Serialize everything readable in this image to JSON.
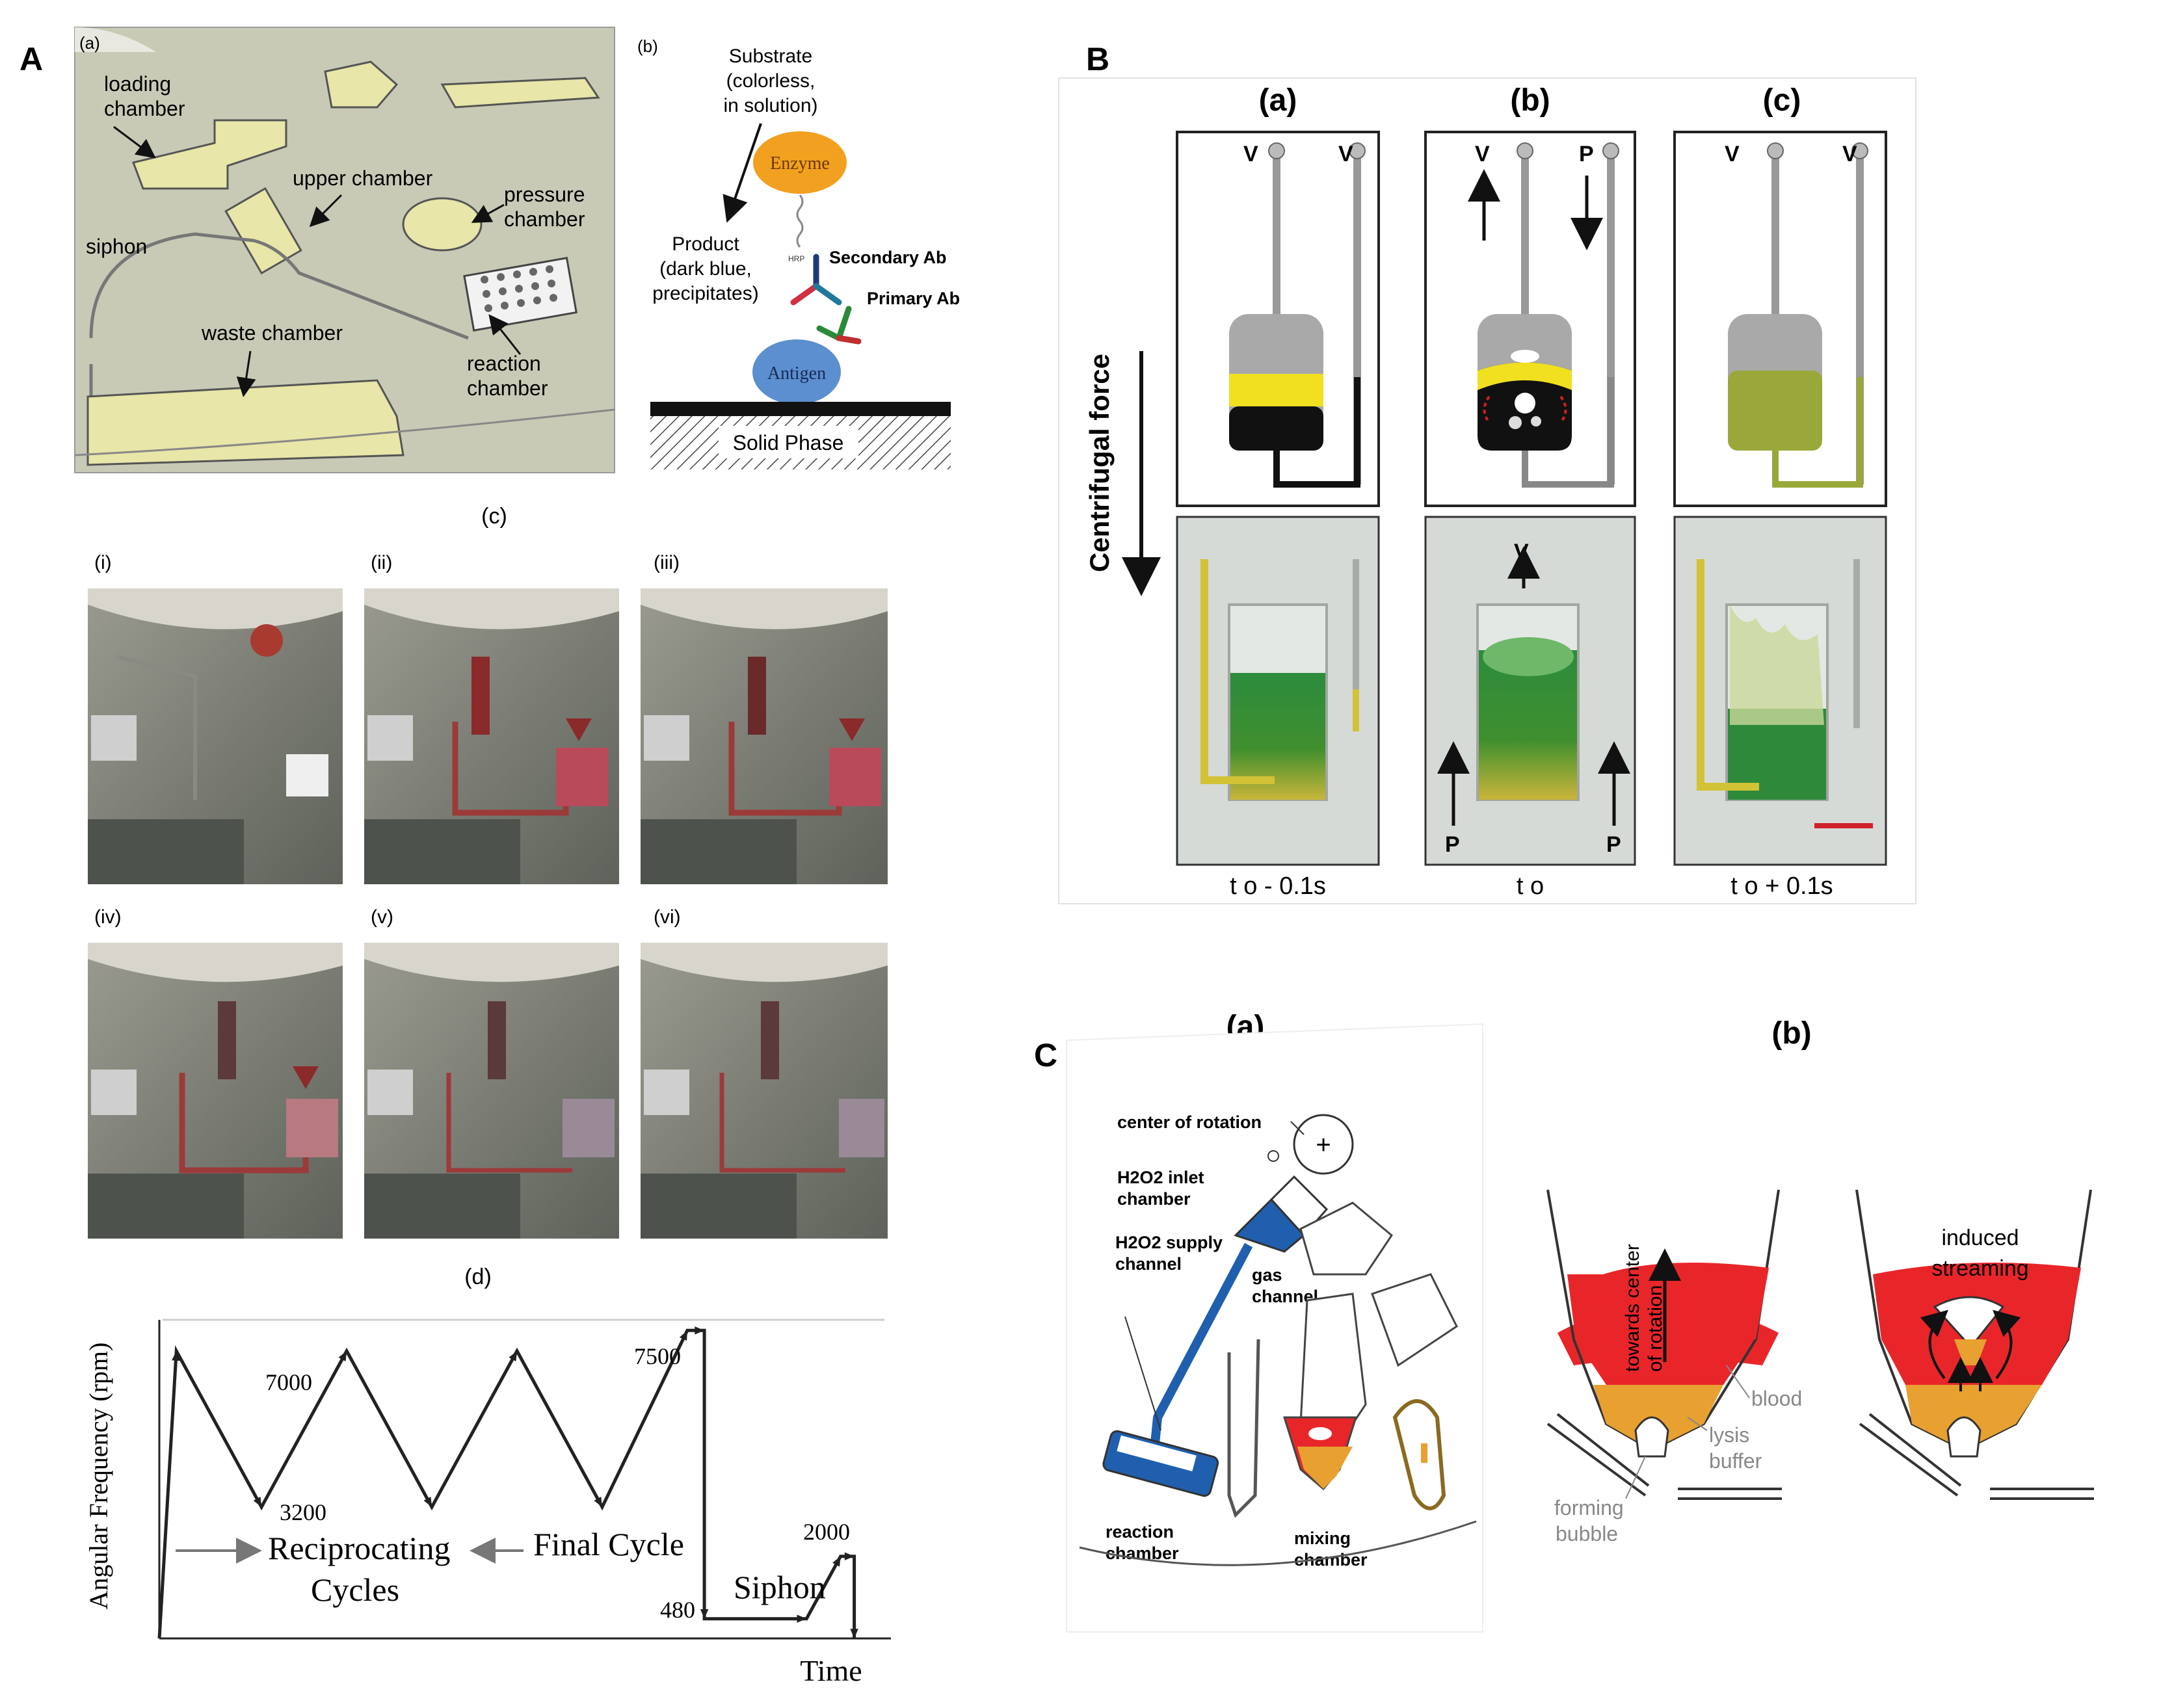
{
  "panelA": {
    "letter": "A",
    "sub_a": "(a)",
    "sub_b": "(b)",
    "sub_c": "(c)",
    "sub_d": "(d)",
    "chip_labels": {
      "loading1": "loading",
      "loading2": "chamber",
      "upper": "upper chamber",
      "pressure1": "pressure",
      "pressure2": "chamber",
      "siphon": "siphon",
      "waste": "waste chamber",
      "reaction1": "reaction",
      "reaction2": "chamber"
    },
    "assay": {
      "substrate1": "Substrate",
      "substrate2": "(colorless,",
      "substrate3": "in solution)",
      "enzyme": "Enzyme",
      "product1": "Product",
      "product2": "(dark blue,",
      "product3": "precipitates)",
      "hrp": "HRP",
      "secondary": "Secondary Ab",
      "primary": "Primary Ab",
      "antigen": "Antigen",
      "solid": "Solid Phase"
    },
    "photo_labels": [
      "(i)",
      "(ii)",
      "(iii)",
      "(iv)",
      "(v)",
      "(vi)"
    ],
    "colors": {
      "chamber_fill": "#e8e6a8",
      "disk_bg": "#c8c9b4",
      "enzyme": "#f2a020",
      "antigen": "#5b8fd0",
      "dye": "#9c3a3a"
    }
  },
  "chart_data": {
    "type": "line",
    "title": "",
    "xlabel": "Time",
    "ylabel": "Angular Frequency (rpm)",
    "series": [
      {
        "name": "",
        "x": [
          0,
          0.05,
          0.3,
          0.55,
          0.8,
          1.05,
          1.3,
          1.55,
          1.6,
          1.6,
          1.9,
          2.0,
          2.04,
          2.04
        ],
        "y": [
          0,
          7000,
          3200,
          7000,
          3200,
          7000,
          3200,
          7500,
          7500,
          480,
          480,
          2000,
          2000,
          0
        ]
      }
    ],
    "annotations": {
      "v7000": "7000",
      "v3200": "3200",
      "v7500": "7500",
      "v480": "480",
      "v2000": "2000",
      "reciprocating1": "Reciprocating",
      "reciprocating2": "Cycles",
      "final": "Final  Cycle",
      "siphon": "Siphon"
    }
  },
  "panelB": {
    "letter": "B",
    "cols": [
      "(a)",
      "(b)",
      "(c)"
    ],
    "force": "Centrifugal force",
    "v": "V",
    "p": "P",
    "times": [
      "t o - 0.1s",
      "t o",
      "t o + 0.1s"
    ],
    "colors": {
      "yellow": "#f0e020",
      "green_liquid": "#9aa83a",
      "photo_green": "#2e8a3a",
      "scalebar": "#d0202a"
    }
  },
  "panelC": {
    "letter": "C",
    "sub_a": "(a)",
    "sub_b": "(b)",
    "labels": {
      "center": "center of rotation",
      "inlet1": "H2O2 inlet",
      "inlet2": "chamber",
      "supply1": "H2O2 supply",
      "supply2": "channel",
      "gas1": "gas",
      "gas2": "channel",
      "reaction1": "reaction",
      "reaction2": "chamber",
      "mixing1": "mixing",
      "mixing2": "chamber",
      "towards1": "towards center",
      "towards2": "of rotation",
      "blood": "blood",
      "lysis1": "lysis",
      "lysis2": "buffer",
      "forming1": "forming",
      "forming2": "bubble",
      "induced1": "induced",
      "induced2": "streaming"
    },
    "colors": {
      "blue": "#1f5fae",
      "red": "#e8262a",
      "orange": "#e8a030"
    }
  }
}
